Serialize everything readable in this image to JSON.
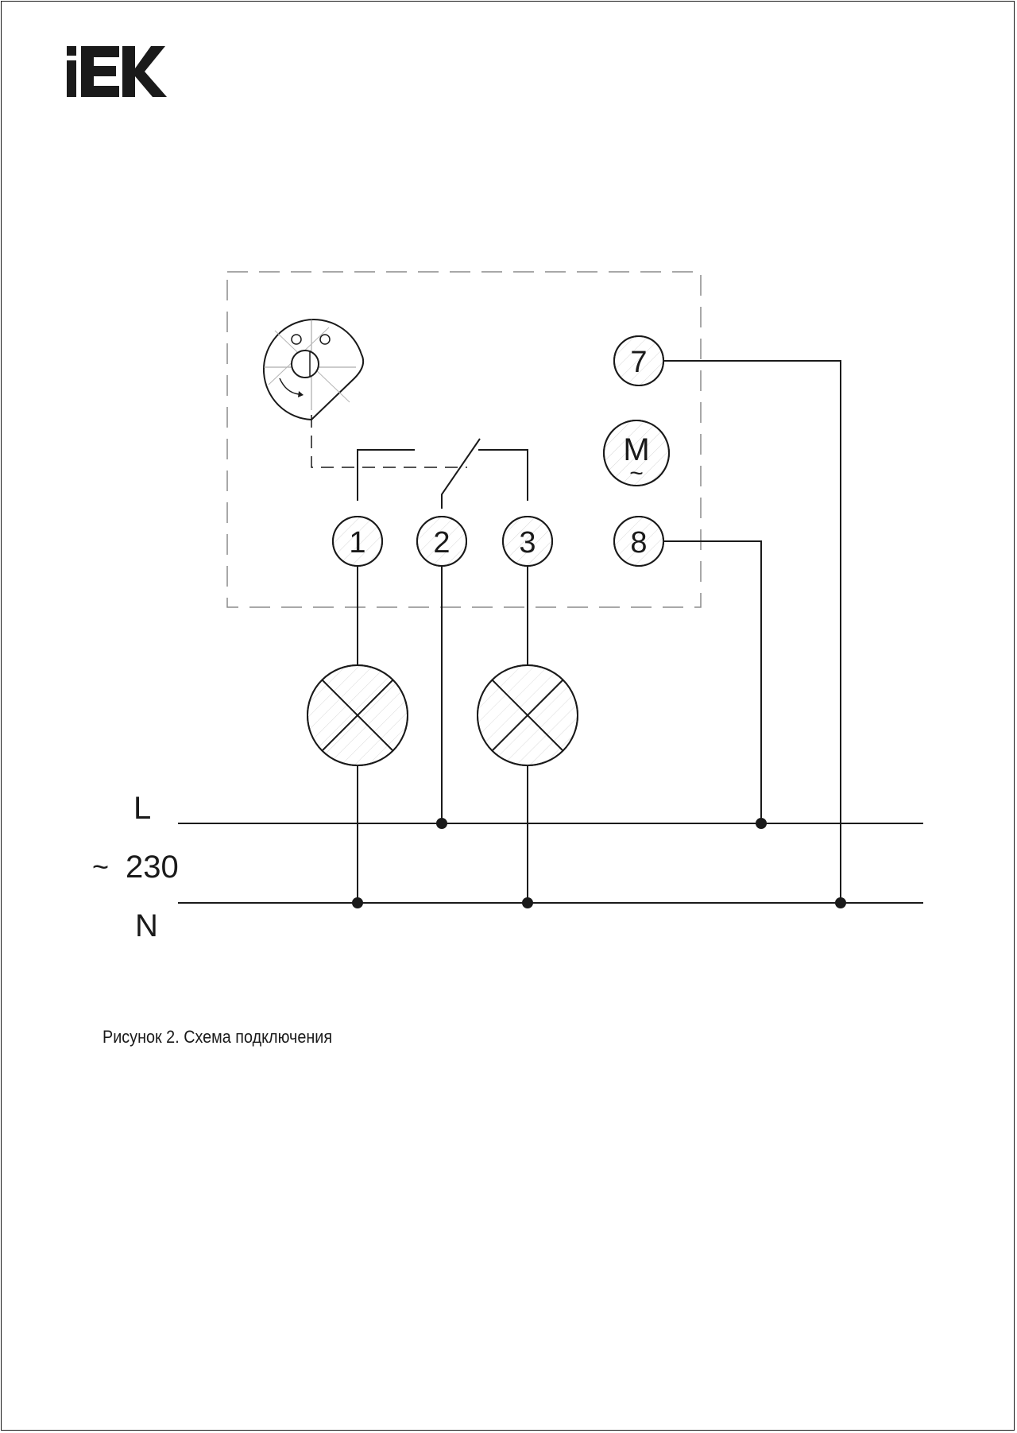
{
  "logo": {
    "text": "IEK",
    "color": "#1a1a1a"
  },
  "diagram": {
    "terminals": [
      "1",
      "2",
      "3",
      "7",
      "8"
    ],
    "motor": {
      "label": "M",
      "symbol": "~"
    },
    "lines": {
      "phase": "L",
      "voltage": "230",
      "ac_symbol": "~",
      "neutral": "N"
    }
  },
  "caption": "Рисунок 2. Схема подключения",
  "colors": {
    "ink": "#1a1a1a",
    "hatch": "#9a9a9a",
    "dash": "#8c8c8c"
  }
}
